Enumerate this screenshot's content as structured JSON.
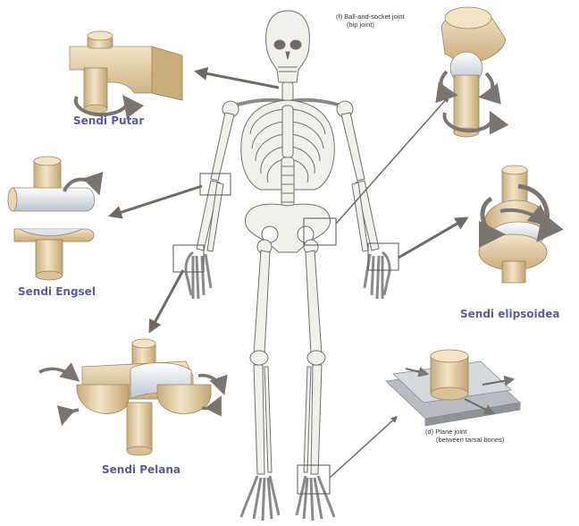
{
  "labels": {
    "pivot": "Sendi Putar",
    "hinge": "Sendi Engsel",
    "saddle": "Sendi Pelana",
    "ellipsoid": "Sendi elipsoidea"
  },
  "captions": {
    "ball_socket_line1": "(f) Ball-and-socket joint",
    "ball_socket_line2": "(hip joint)",
    "plane_line1": "(d) Plane joint",
    "plane_line2": "(between tarsal bones)"
  },
  "colors": {
    "label": "#5b5a9a",
    "bone_fill": "#f2f0ea",
    "bone_stroke": "#707070",
    "joint_tan": "#e9d5b0",
    "joint_dark": "#c9ad7c",
    "cartilage": "#dde3ea",
    "arrow": "#6f6a66"
  }
}
